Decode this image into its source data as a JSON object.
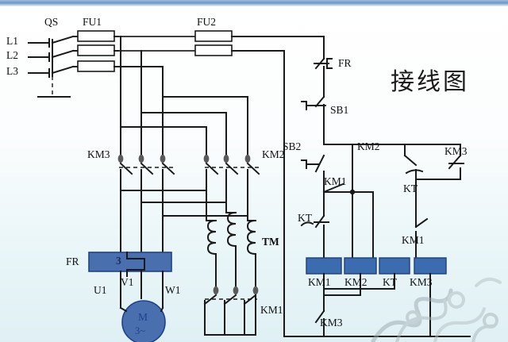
{
  "page": {
    "title_cn": "接线图",
    "accent_blue": "#4a6fae",
    "coil_blue": "#3c6cb0",
    "line_color": "#1a1a1a",
    "bg_top": "#ffffff",
    "bg_bottom": "#dff0f4"
  },
  "supply": {
    "phases": [
      {
        "name": "L1"
      },
      {
        "name": "L2"
      },
      {
        "name": "L3"
      }
    ],
    "disconnect": "QS",
    "fuse_main": "FU1",
    "fuse_control": "FU2"
  },
  "main_circuit": {
    "contactor_star": "KM3",
    "contactor_transformer": "KM2",
    "contactor_line": "KM1",
    "autotransformer": "TM",
    "overload_relay": "FR",
    "overload_poles": "3",
    "motor_symbol": "M",
    "motor_phase": "3~",
    "motor_terminals": [
      "U1",
      "V1",
      "W1"
    ]
  },
  "control_circuit": {
    "overload_contact": "FR",
    "stop_button": "SB1",
    "start_button": "SB2",
    "hold_contact": "KM1",
    "timer_nc_contact": "KT",
    "timer_no_contact": "KT",
    "interlock_km2": "KM2",
    "interlock_km3_top": "KM3",
    "interlock_km1_right": "KM1",
    "interlock_km3_bottom": "KM3",
    "coils": [
      {
        "label": "KM1"
      },
      {
        "label": "KM2"
      },
      {
        "label": "KT"
      },
      {
        "label": "KM3"
      }
    ]
  }
}
